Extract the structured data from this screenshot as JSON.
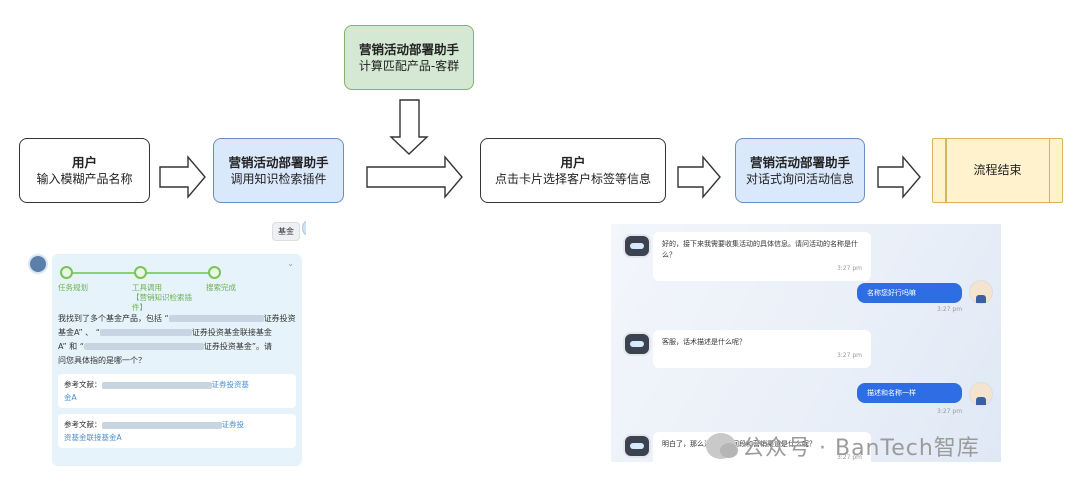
{
  "nodes": {
    "user1": {
      "title": "用户",
      "text": "输入模糊产品名称"
    },
    "assistant1": {
      "title": "营销活动部署助手",
      "text": "调用知识检索插件"
    },
    "assistant_top": {
      "title": "营销活动部署助手",
      "text": "计算匹配产品-客群"
    },
    "user2": {
      "title": "用户",
      "text": "点击卡片选择客户标签等信息"
    },
    "assistant2": {
      "title": "营销活动部署助手",
      "text": "对话式询问活动信息"
    },
    "end": {
      "text": "流程结束"
    }
  },
  "left_chat": {
    "tag": "基金",
    "steps": [
      "任务规划",
      "工具调用\n【营销知识检索插件】",
      "搜索完成"
    ],
    "message_a": "我找到了多个基金产品，包括 “",
    "message_b": "证券投资",
    "message_c": "基金A” 、 “",
    "message_d": "证券投资基金联接基金",
    "message_e": "A” 和 “",
    "message_f": "证券投资基金”。请",
    "message_g": "问您具体指的是哪一个？",
    "refs": [
      {
        "label": "参考文献：",
        "link": "证券投资基",
        "link2": "金A"
      },
      {
        "label": "参考文献：",
        "link": "证券投",
        "link2": "资基金联接基金A"
      }
    ]
  },
  "right_chat": {
    "bot1": "好的，接下来我需要收集活动的具体信息。请问活动的名称是什么？",
    "time": "3:27 pm",
    "user1": "名称您好行吗嘛",
    "bot2": "客服，话术描述是什么呢？",
    "user2": "描述和名称一样",
    "bot3": "明白了，那么活动的时间段和营销渠道是什么呢？"
  },
  "watermark": "公众号 · BanTech智库"
}
